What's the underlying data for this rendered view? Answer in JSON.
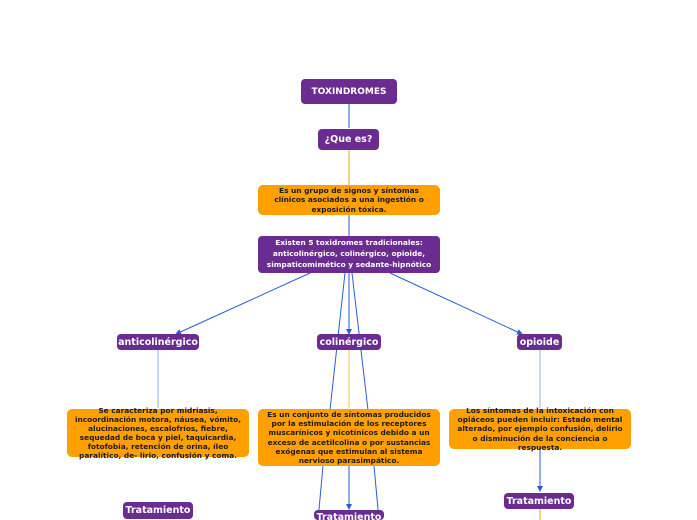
{
  "map": {
    "root": "TOXINDROMES",
    "question": "¿Que es?",
    "definition": "Es un grupo de signos y síntomas clínicos asociados a una ingestión o exposición tóxica.",
    "types_intro": "Existen 5 toxidromes tradicionales: anticolinérgico, colinérgico, opioide, simpaticomimético y sedante-hipnótico",
    "branches": [
      {
        "label": "anticolinérgico",
        "description": "Se caracteriza por midriasis, incoordinación motora, náusea, vómito, alucinaciones, escalofríos, fiebre, sequedad de boca y piel, taquicardia, fotofobia, retención de orina, íleo paralítico, de- lirio, confusión y coma.",
        "treatment": "Tratamiento"
      },
      {
        "label": "colinérgico",
        "description": "Es un conjunto de síntomas producidos por la estimulación de los receptores muscarínicos y nicotínicos debido a un exceso de acetilcolina o por sustancias exógenas que estimulan al sistema nervioso parasimpático.",
        "treatment": "Tratamiento"
      },
      {
        "label": "opioide",
        "description": "Los síntomas de la intoxicación con opiáceos pueden incluir: Estado mental alterado, por ejemplo confusión, delirio o disminución de la conciencia o respuesta.",
        "treatment": "Tratamiento"
      }
    ]
  },
  "colors": {
    "purple": "#6a2c91",
    "orange": "#ff9f00",
    "connector": "#2a5bd7"
  }
}
